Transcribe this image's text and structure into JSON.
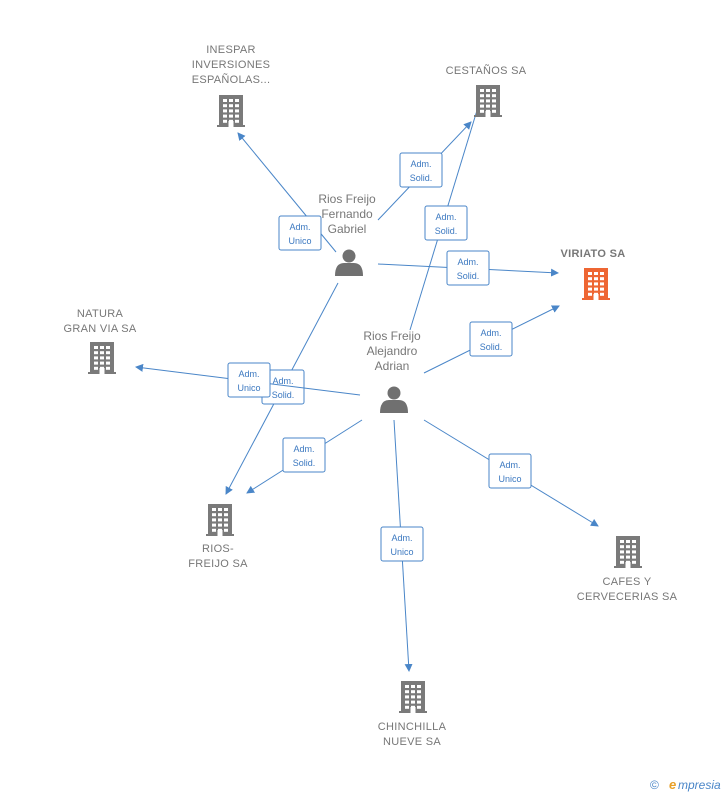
{
  "companies": [
    {
      "id": "inespar",
      "lines": [
        "INESPAR",
        "INVERSIONES",
        "ESPAÑOLAS..."
      ],
      "highlight": false
    },
    {
      "id": "cestanos",
      "lines": [
        "CESTAÑOS SA"
      ],
      "highlight": false
    },
    {
      "id": "viriato",
      "lines": [
        "VIRIATO SA"
      ],
      "highlight": true
    },
    {
      "id": "natura",
      "lines": [
        "NATURA",
        "GRAN VIA SA"
      ],
      "highlight": false
    },
    {
      "id": "rios_freijo_sa",
      "lines": [
        "RIOS-",
        "FREIJO SA"
      ],
      "highlight": false
    },
    {
      "id": "cafes",
      "lines": [
        "CAFES Y",
        "CERVECERIAS SA"
      ],
      "highlight": false
    },
    {
      "id": "chinchilla",
      "lines": [
        "CHINCHILLA",
        "NUEVE SA"
      ],
      "highlight": false
    }
  ],
  "persons": [
    {
      "id": "fernando",
      "lines": [
        "Rios Freijo",
        "Fernando",
        "Gabriel"
      ]
    },
    {
      "id": "alejandro",
      "lines": [
        "Rios Freijo",
        "Alejandro",
        "Adrian"
      ]
    }
  ],
  "edges": [
    {
      "from": "fernando",
      "to": "inespar",
      "lines": [
        "Adm.",
        "Unico"
      ]
    },
    {
      "from": "fernando",
      "to": "cestanos",
      "lines": [
        "Adm.",
        "Solid."
      ]
    },
    {
      "from": "fernando",
      "to": "viriato",
      "lines": [
        "Adm.",
        "Solid."
      ]
    },
    {
      "from": "fernando",
      "to": "rios_freijo_sa",
      "lines": [
        "Adm.",
        "Solid."
      ]
    },
    {
      "from": "alejandro",
      "to": "cestanos",
      "lines": [
        "Adm.",
        "Solid."
      ]
    },
    {
      "from": "alejandro",
      "to": "viriato",
      "lines": [
        "Adm.",
        "Solid."
      ]
    },
    {
      "from": "alejandro",
      "to": "natura",
      "lines": [
        "Adm.",
        "Unico"
      ]
    },
    {
      "from": "alejandro",
      "to": "rios_freijo_sa",
      "lines": [
        "Adm.",
        "Solid."
      ]
    },
    {
      "from": "alejandro",
      "to": "cafes",
      "lines": [
        "Adm.",
        "Unico"
      ]
    },
    {
      "from": "alejandro",
      "to": "chinchilla",
      "lines": [
        "Adm.",
        "Unico"
      ]
    }
  ],
  "colors": {
    "company": "#7a7a7a",
    "company_highlight": "#ee6633",
    "person": "#707070",
    "edge": "#4a86c8"
  },
  "footer": {
    "copyright": "©",
    "brand_initial": "e",
    "brand_rest": "mpresia"
  }
}
